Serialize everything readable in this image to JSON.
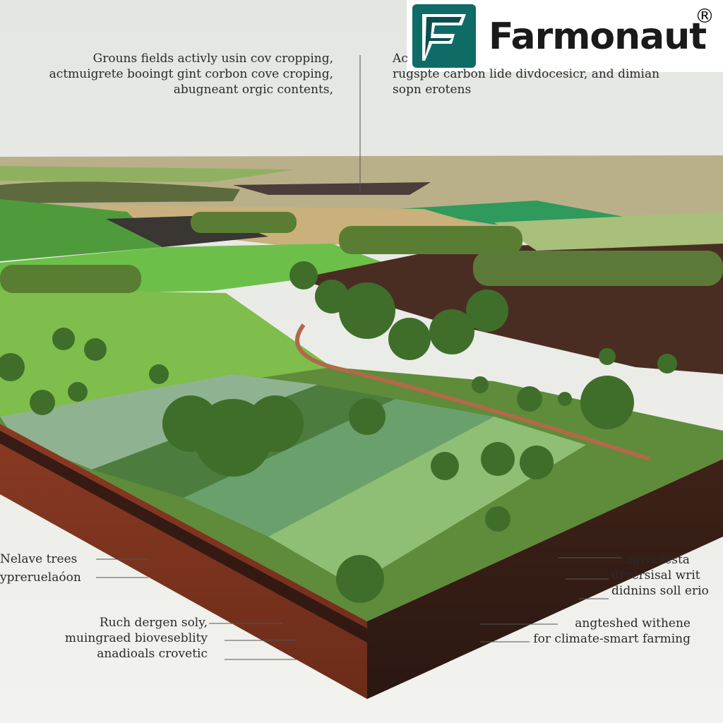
{
  "brand": {
    "name": "Farmonaut",
    "registered": "®",
    "mark_letter": "F",
    "colors": {
      "primary": "#0f6b66",
      "dark": "#0a4f4b",
      "accent": "#ffffff"
    }
  },
  "annotations": {
    "top_left": [
      "Grouns fields  activly usin cov cropping,",
      "actmuigrete booingt gint corbon cove croping,",
      "abugneant orgic contents,"
    ],
    "top_right": [
      "Ac",
      "rugspte carbon lide divdocesicr,  and dimian",
      "sopn erotens"
    ],
    "mid_left": [
      "Nelave trees",
      "ypreruelaóon"
    ],
    "bottom_left": [
      "Ruch dergen  soly,",
      "muingraed bioveseblity",
      "anadioals crovetic"
    ],
    "right_mid": [
      "agrocfesta",
      "dȓversisal  writ",
      "didnins soll erio"
    ],
    "bottom_right": [
      "angteshed  withene",
      "for climate-smart farming"
    ]
  }
}
